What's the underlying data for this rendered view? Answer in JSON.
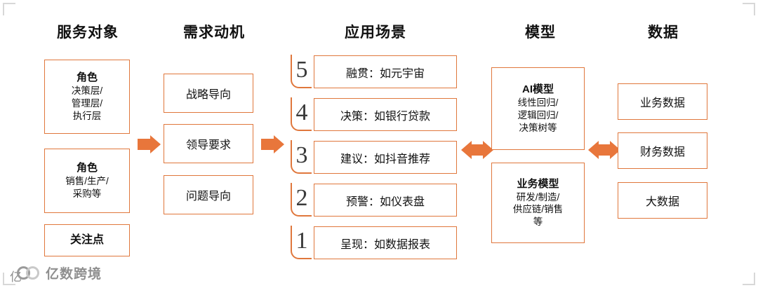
{
  "columns": [
    {
      "title": "服务对象"
    },
    {
      "title": "需求动机"
    },
    {
      "title": "应用场景"
    },
    {
      "title": "模型"
    },
    {
      "title": "数据"
    }
  ],
  "audience": {
    "boxes": [
      {
        "title": "角色",
        "sub": "决策层/\n管理层/\n执行层"
      },
      {
        "title": "角色",
        "sub": "销售/生产/\n采购等"
      },
      {
        "title": "关注点",
        "sub": ""
      }
    ]
  },
  "motivation": {
    "boxes": [
      {
        "label": "战略导向"
      },
      {
        "label": "领导要求"
      },
      {
        "label": "问题导向"
      }
    ]
  },
  "scenarios": {
    "items": [
      {
        "num": "5",
        "label": "融贯：如元宇宙"
      },
      {
        "num": "4",
        "label": "决策：如银行贷款"
      },
      {
        "num": "3",
        "label": "建议：如抖音推荐"
      },
      {
        "num": "2",
        "label": "预警：如仪表盘"
      },
      {
        "num": "1",
        "label": "呈现：如数据报表"
      }
    ]
  },
  "models": {
    "boxes": [
      {
        "title": "AI模型",
        "sub": "线性回归/\n逻辑回归/\n决策树等"
      },
      {
        "title": "业务模型",
        "sub": "研发/制造/\n供应链/销售\n等"
      }
    ]
  },
  "data": {
    "boxes": [
      {
        "label": "业务数据"
      },
      {
        "label": "财务数据"
      },
      {
        "label": "大数据"
      }
    ]
  },
  "watermark": {
    "text": "亿数跨境"
  },
  "colors": {
    "accent": "#E0773C",
    "arrow": "#E8763B",
    "text": "#111111"
  }
}
